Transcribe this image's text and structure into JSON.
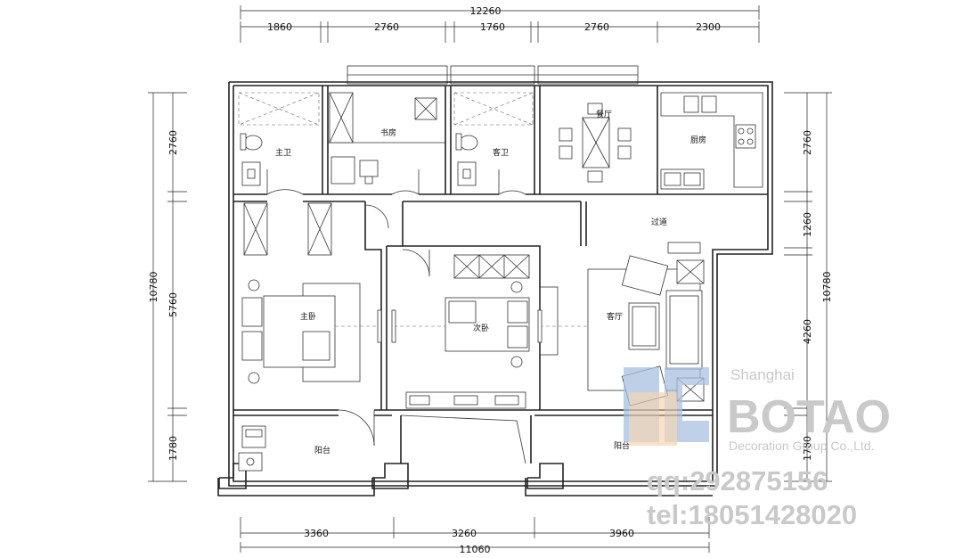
{
  "dimensions": {
    "top_total": "12260",
    "top_segments": [
      "1860",
      "2760",
      "1760",
      "2760",
      "2300"
    ],
    "bottom_total": "11060",
    "bottom_segments": [
      "3360",
      "3260",
      "3960"
    ],
    "left_outer": "10780",
    "left_segments": [
      "2760",
      "5760",
      "1780"
    ],
    "right_outer": "10780",
    "right_segments": [
      "2760",
      "1260",
      "4260",
      "1780"
    ]
  },
  "rooms": {
    "master_bath": "主卫",
    "study": "书房",
    "guest_bath": "客卫",
    "dining": "餐厅",
    "kitchen": "厨房",
    "corridor": "过道",
    "master_bedroom": "主卧",
    "second_bedroom": "次卧",
    "living_room": "客厅",
    "balcony_left": "阳台",
    "balcony_right": "阳台"
  },
  "watermark": {
    "city": "Shanghai",
    "brand": "BOTAO",
    "company": "Decoration Group Co.,Ltd.",
    "qq": "qq:292875156",
    "tel": "tel:18051428020",
    "colors": {
      "text": "#c9c9c9",
      "logo_blue": "#a9c1e0",
      "logo_orange": "#f2c79a"
    }
  }
}
